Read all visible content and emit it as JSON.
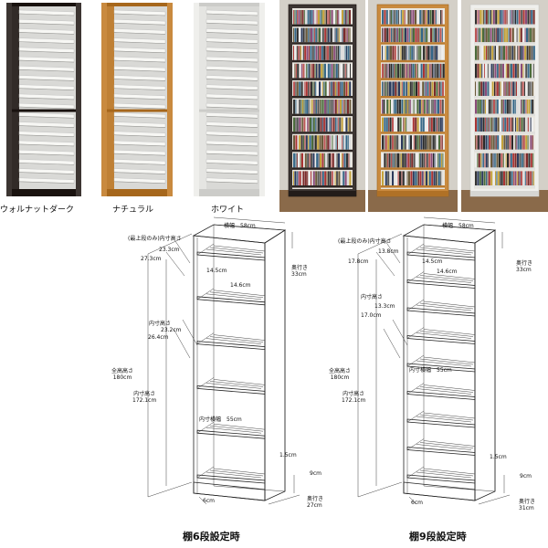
{
  "products": [
    {
      "label": "ウォルナットダーク",
      "color": "#3c3532"
    },
    {
      "label": "ナチュラル",
      "color": "#c98a3f"
    },
    {
      "label": "ホワイト",
      "color": "#efefec"
    }
  ],
  "photo_colors": [
    "#3c3532",
    "#c98a3f",
    "#efefec"
  ],
  "left_diagram": {
    "caption": "棚6段設定時",
    "width": "横幅　58cm",
    "top_note": "(最上段のみ)内寸高さ",
    "top_inner": "23.3cm",
    "top_outer": "27.3cm",
    "w1": "14.5cm",
    "w2": "14.6cm",
    "depth_top": "奥行き\n33cm",
    "inner_height_label": "内寸高さ",
    "inner_h1": "23.2cm",
    "inner_h2": "26.4cm",
    "total_label": "全高高さ\n180cm",
    "inner_total": "内寸高さ\n172.1cm",
    "inner_width": "内寸横幅　55cm",
    "thick": "1.5cm",
    "base": "9cm",
    "foot": "6cm",
    "depth_bottom": "奥行き\n27cm"
  },
  "right_diagram": {
    "caption": "棚9段設定時",
    "width": "横幅　58cm",
    "top_note": "(最上段のみ)内寸高さ",
    "top_inner": "13.8cm",
    "top_outer": "17.8cm",
    "w1": "14.5cm",
    "w2": "14.6cm",
    "depth_top": "奥行き\n33cm",
    "inner_height_label": "内寸高さ",
    "inner_h1": "13.3cm",
    "inner_h2": "17.0cm",
    "total_label": "全高高さ\n180cm",
    "inner_total": "内寸高さ\n172.1cm",
    "inner_width": "内寸横幅　55cm",
    "thick": "1.5cm",
    "base": "9cm",
    "foot": "6cm",
    "depth_bottom": "奥行き\n31cm"
  }
}
